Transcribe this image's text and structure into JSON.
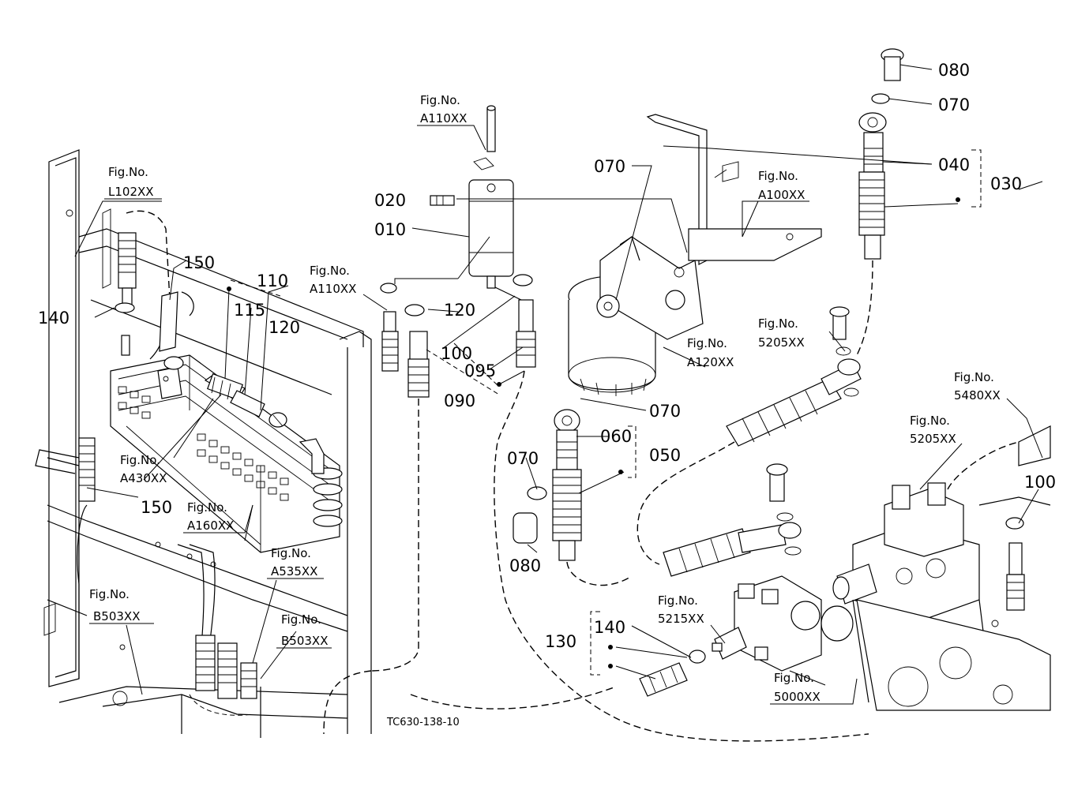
{
  "diagram": {
    "drawing_code": "TC630-138-10",
    "part_numbers": {
      "p010": "010",
      "p020": "020",
      "p030": "030",
      "p040": "040",
      "p050": "050",
      "p060": "060",
      "p070_top": "070",
      "p070_filter": "070",
      "p070_bottom": "070",
      "p070_left": "070",
      "p080_top": "080",
      "p080_bottom": "080",
      "p090": "090",
      "p095": "095",
      "p100_center": "100",
      "p100_right": "100",
      "p110": "110",
      "p115": "115",
      "p120_center": "120",
      "p120_left": "120",
      "p130": "130",
      "p140_left": "140",
      "p140_bottom": "140",
      "p150_top": "150",
      "p150_bottom": "150"
    },
    "fig_refs": {
      "fig_label": "Fig.No.",
      "l102": "L102XX",
      "a110_top": "A110XX",
      "a110_left": "A110XX",
      "a100": "A100XX",
      "a120": "A120XX",
      "r5205_mid": "5205XX",
      "r5205_right": "5205XX",
      "r5480": "5480XX",
      "a430": "A430XX",
      "a160": "A160XX",
      "a535": "A535XX",
      "b503_left": "B503XX",
      "b503_mid": "B503XX",
      "r5215": "5215XX",
      "r5000": "5000XX"
    }
  }
}
